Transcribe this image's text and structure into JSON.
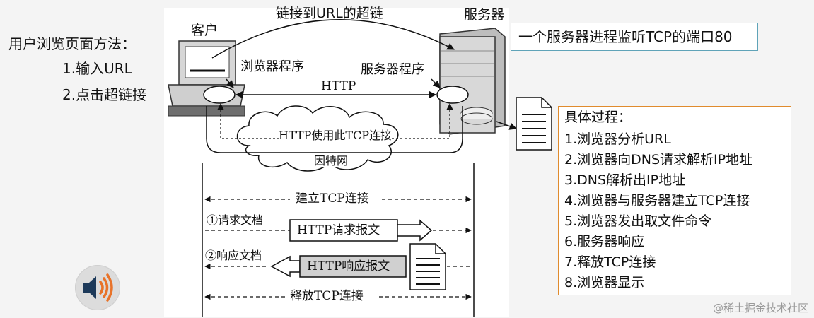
{
  "left_panel": {
    "heading": "用户浏览页面方法：",
    "methods": [
      "1.输入URL",
      "2.点击超链接"
    ]
  },
  "diagram": {
    "client_label": "客户",
    "server_label": "服务器",
    "hyperlink_label": "链接到URL的超链",
    "browser_program": "浏览器程序",
    "server_program": "服务器程序",
    "http_label": "HTTP",
    "tcp_usage_label": "HTTP使用此TCP连接",
    "internet_label": "因特网",
    "establish_tcp": "建立TCP连接",
    "request_document": "①请求文档",
    "http_request_message": "HTTP请求报文",
    "response_document": "②响应文档",
    "http_response_message": "HTTP响应报文",
    "release_tcp": "释放TCP连接"
  },
  "info_box": {
    "text": "一个服务器进程监听TCP的端口80"
  },
  "process_box": {
    "title": "具体过程：",
    "steps": [
      "1.浏览器分析URL",
      "2.浏览器向DNS请求解析IP地址",
      "3.DNS解析出IP地址",
      "4.浏览器与服务器建立TCP连接",
      "5.浏览器发出取文件命令",
      "6.服务器响应",
      "7.释放TCP连接",
      "8.浏览器显示"
    ]
  },
  "watermark": "@稀土掘金技术社区",
  "colors": {
    "info_border": "#5fa3b8",
    "process_border": "#e08b2d",
    "speaker_orange": "#e8732a",
    "speaker_dark": "#1d3a5a"
  },
  "icons": [
    "computer-icon",
    "server-icon",
    "document-icon",
    "speaker-icon",
    "cloud-icon"
  ]
}
